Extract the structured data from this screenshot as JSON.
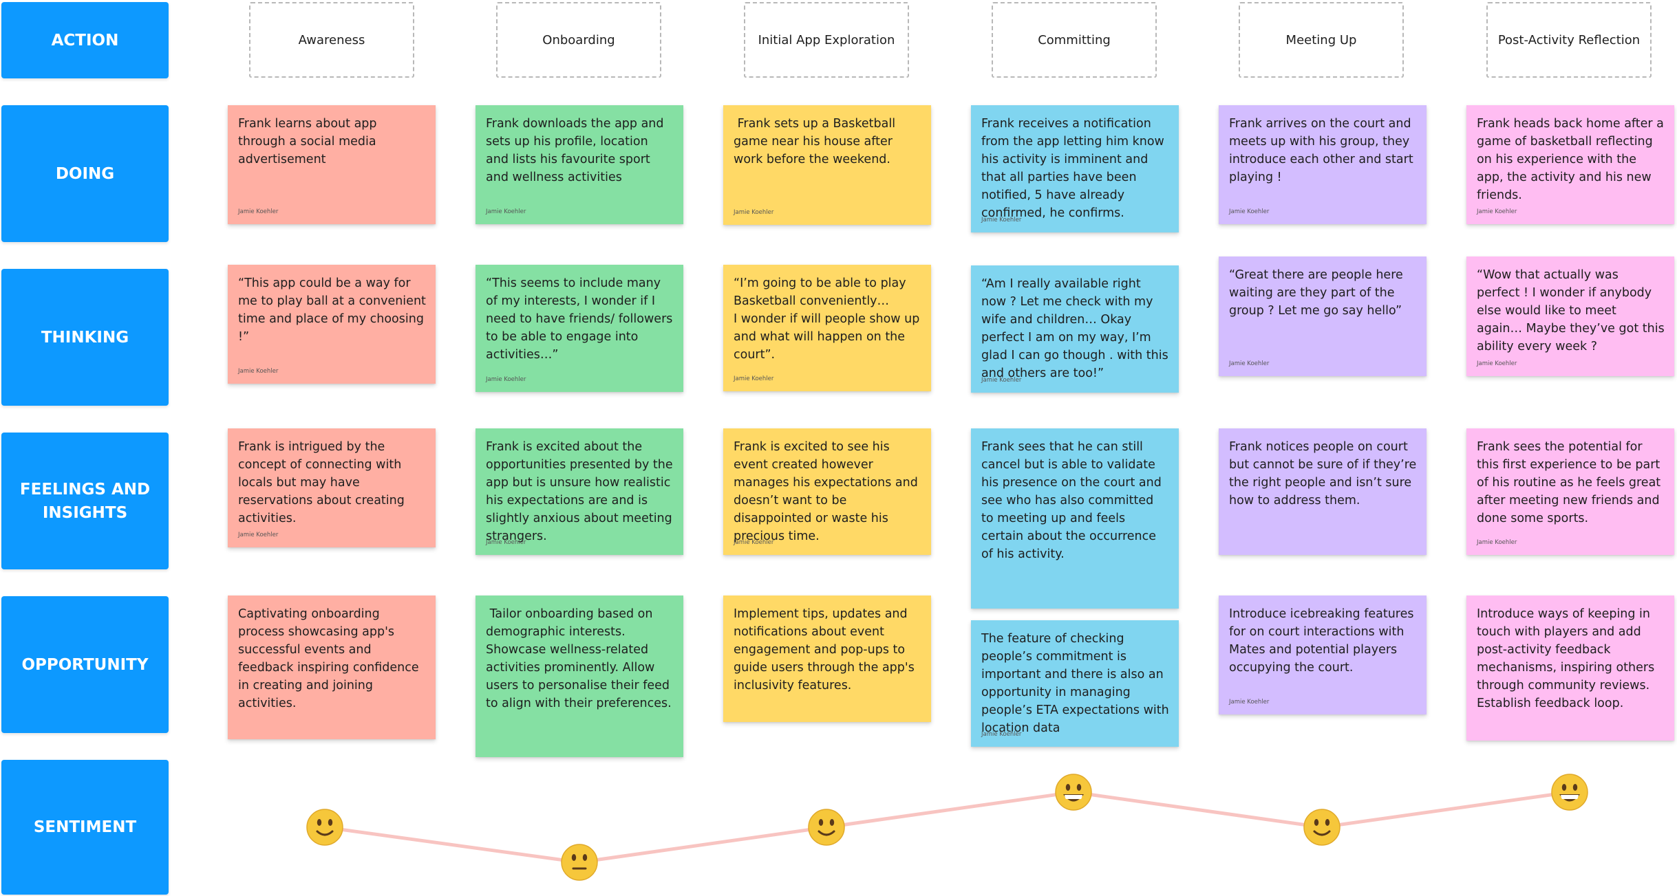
{
  "rows": [
    "ACTION",
    "DOING",
    "THINKING",
    "FEELINGS AND\nINSIGHTS",
    "OPPORTUNITY",
    "SENTIMENT"
  ],
  "phases": [
    "Awareness",
    "Onboarding",
    "Initial App Exploration",
    "Committing",
    "Meeting Up",
    "Post-Activity Reflection"
  ],
  "author": "Jamie Koehler",
  "colors": {
    "label_blue": "#0d99ff",
    "awareness": "#ffafa3",
    "onboarding": "#85e0a3",
    "exploration": "#ffd966",
    "committing": "#80d5f0",
    "meeting": "#d3bdff",
    "reflection": "#ffbdf2",
    "sentiment_line": "#f8c4c1",
    "emoji_face": "#f6c73b"
  },
  "notes": {
    "doing": [
      "Frank learns about app through a social media advertisement",
      "Frank downloads the app and sets up his profile, location and lists his favourite sport and wellness activities",
      " Frank sets up a Basketball game near his house after work before the weekend.",
      "Frank receives a notification from the app letting him know his activity is imminent and that all parties have been notified, 5 have already confirmed, he confirms.",
      "Frank arrives on the court and meets up with his group, they introduce each other and start playing !",
      "Frank heads back home after a game of basketball reflecting on his experience with the app, the activity and his new friends."
    ],
    "thinking": [
      "“This app could be a way for me to play ball at a convenient time and place of my choosing !”",
      "“This seems to include many of my interests, I wonder if I need to have friends/ followers to be able to engage into activities…”",
      "“I’m going to be able to play Basketball conveniently…\nI wonder if will people show up and what will happen on the court”.",
      "“Am I really available right now ? Let me check with my wife and children… Okay perfect I am on my way, I’m glad I can go though . with this and others are too!”",
      "“Great there are people here waiting are they part of the group ? Let me go say hello”",
      "“Wow that actually was perfect ! I wonder if anybody else would like to meet again… Maybe they’ve got this ability every week ?"
    ],
    "feelings": [
      "Frank is intrigued by the concept of connecting with locals but may have reservations about creating activities.",
      "Frank is excited about the opportunities presented by the app but is unsure how realistic his expectations are and is slightly anxious about meeting strangers.",
      "Frank is excited to see his event created however manages his expectations and doesn’t want to be disappointed or waste his precious time.",
      "Frank sees that he can still cancel but is able to validate his presence on the court and see who has also committed to meeting up and feels certain about the occurrence of his activity.",
      "Frank notices people on court but cannot be sure of if they’re the right people and isn’t sure how to address them.",
      "Frank sees the potential for this first experience to be part of his routine as he feels great after meeting new friends and done some sports."
    ],
    "opportunity": [
      "Captivating onboarding process showcasing app's successful events and feedback inspiring confidence in creating and joining activities.",
      " Tailor onboarding based on demographic interests. Showcase wellness-related activities prominently. Allow users to personalise their feed to align with their preferences.",
      "Implement tips, updates and notifications about event engagement and pop-ups to guide users through the app's inclusivity features.",
      "The feature of checking people’s commitment is important and there is also an opportunity in managing people’s ETA expectations with location data",
      "Introduce icebreaking features for on court interactions with Mates and potential players occupying the court.",
      "Introduce ways of keeping in touch with players and add post-activity feedback mechanisms, inspiring others through community reviews.\nEstablish feedback loop."
    ]
  },
  "chart_data": {
    "type": "line",
    "categories": [
      "Awareness",
      "Onboarding",
      "Initial App Exploration",
      "Committing",
      "Meeting Up",
      "Post-Activity Reflection"
    ],
    "series": [
      {
        "values": [
          4,
          3,
          4,
          5,
          4,
          5
        ]
      }
    ],
    "markers": [
      "slightly-smiling-face",
      "neutral-face",
      "slightly-smiling-face",
      "grinning-face",
      "slightly-smiling-face",
      "grinning-face"
    ],
    "ylim": [
      3,
      5
    ],
    "grid": false,
    "legend": "none"
  }
}
